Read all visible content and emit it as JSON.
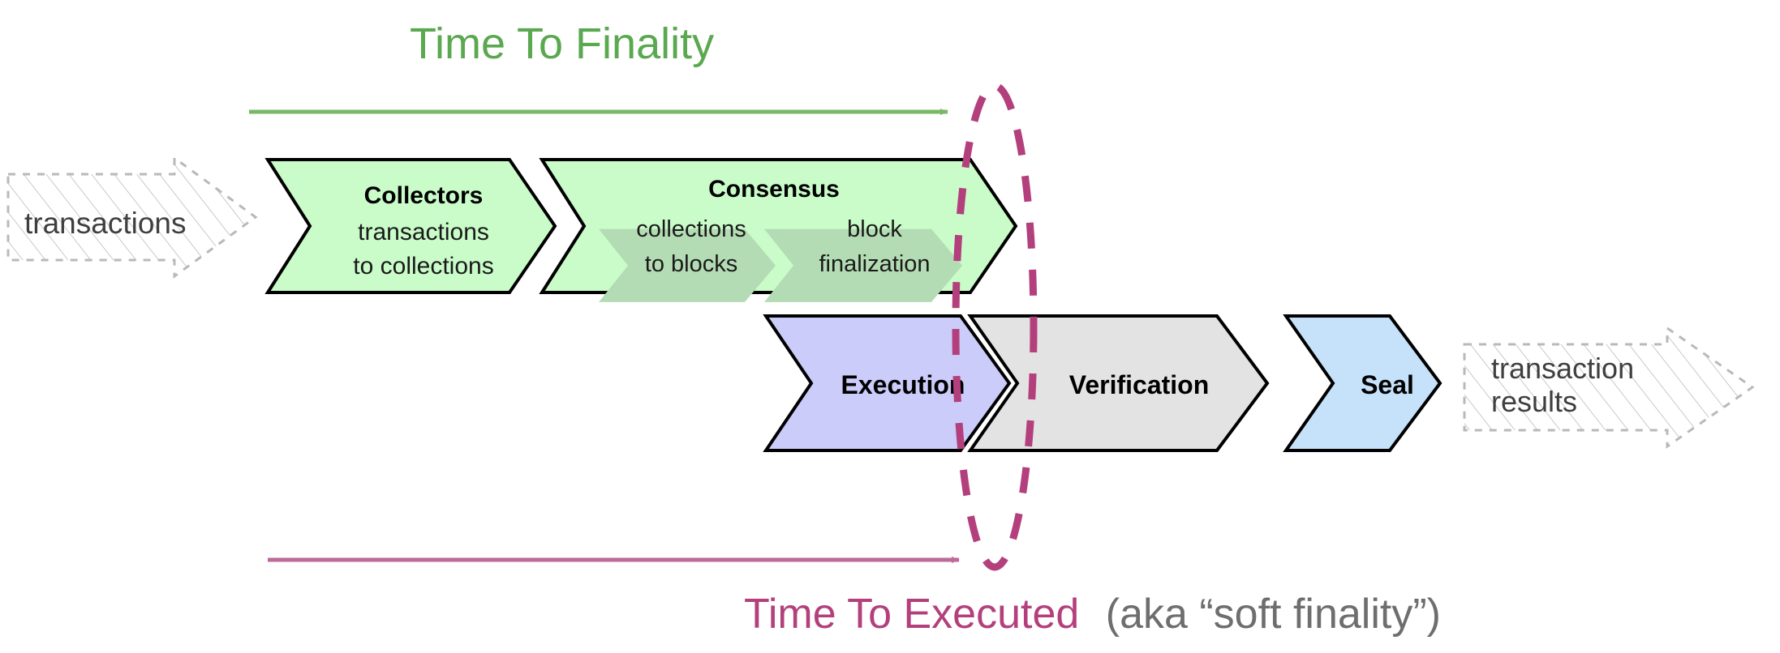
{
  "diagram": {
    "title_top": "Time To Finality",
    "title_bottom_main": "Time To Executed",
    "title_bottom_sub": "(aka “soft finality”)",
    "input_label": "transactions",
    "output_label_line1": "transaction",
    "output_label_line2": "results"
  },
  "colors": {
    "green_fill": "#C9FCC9",
    "green_inner_fill": "#B4DCB4",
    "purple_fill": "#CCCCFA",
    "grey_fill": "#E3E3E3",
    "blue_fill": "#C6E2FA",
    "outline": "#000000",
    "green_accent": "#5AA84F",
    "magenta_accent": "#B3407C",
    "grey_text": "#6E6E6E",
    "ghost_stroke": "#BDBDBD"
  },
  "stages": {
    "top_row": [
      {
        "id": "collectors",
        "title": "Collectors",
        "sub_lines": [
          "transactions",
          "to collections"
        ],
        "fill": "green"
      },
      {
        "id": "consensus",
        "title": "Consensus",
        "sub_lines": [],
        "fill": "green",
        "inner": [
          {
            "id": "collections-to-blocks",
            "lines": [
              "collections",
              "to blocks"
            ]
          },
          {
            "id": "block-finalization",
            "lines": [
              "block",
              "finalization"
            ]
          }
        ]
      }
    ],
    "bottom_row": [
      {
        "id": "execution",
        "title": "Execution",
        "fill": "purple"
      },
      {
        "id": "verification",
        "title": "Verification",
        "fill": "grey"
      },
      {
        "id": "seal",
        "title": "Seal",
        "fill": "blue"
      }
    ]
  },
  "annotations": {
    "finality_arrow": "time-to-finality-arrow",
    "executed_arrow": "time-to-executed-arrow",
    "finality_marker": "dashed-ellipse-finality-boundary"
  }
}
